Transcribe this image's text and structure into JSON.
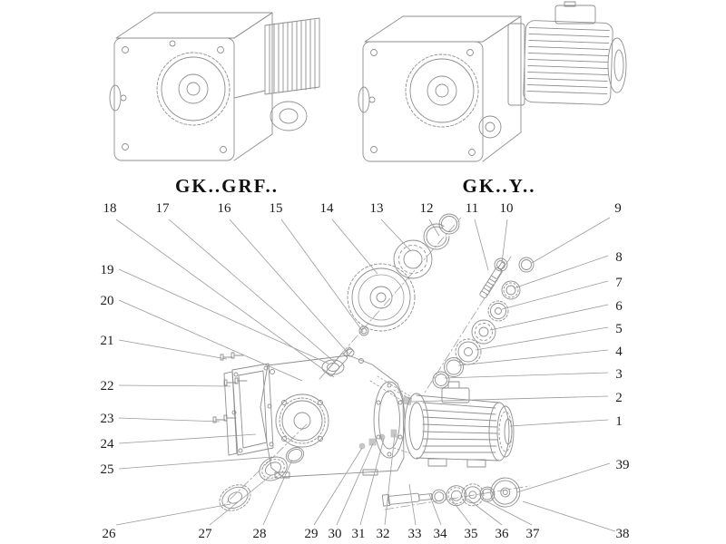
{
  "titles": {
    "left": "GK..GRF..",
    "right": "GK..Y.."
  },
  "callouts": [
    {
      "label": "1"
    },
    {
      "label": "2"
    },
    {
      "label": "3"
    },
    {
      "label": "4"
    },
    {
      "label": "5"
    },
    {
      "label": "6"
    },
    {
      "label": "7"
    },
    {
      "label": "8"
    },
    {
      "label": "9"
    },
    {
      "label": "10"
    },
    {
      "label": "11"
    },
    {
      "label": "12"
    },
    {
      "label": "13"
    },
    {
      "label": "14"
    },
    {
      "label": "15"
    },
    {
      "label": "16"
    },
    {
      "label": "17"
    },
    {
      "label": "18"
    },
    {
      "label": "19"
    },
    {
      "label": "20"
    },
    {
      "label": "21"
    },
    {
      "label": "22"
    },
    {
      "label": "23"
    },
    {
      "label": "24"
    },
    {
      "label": "25"
    },
    {
      "label": "26"
    },
    {
      "label": "27"
    },
    {
      "label": "28"
    },
    {
      "label": "29"
    },
    {
      "label": "30"
    },
    {
      "label": "31"
    },
    {
      "label": "32"
    },
    {
      "label": "33"
    },
    {
      "label": "34"
    },
    {
      "label": "35"
    },
    {
      "label": "36"
    },
    {
      "label": "37"
    },
    {
      "label": "38"
    },
    {
      "label": "39"
    }
  ]
}
